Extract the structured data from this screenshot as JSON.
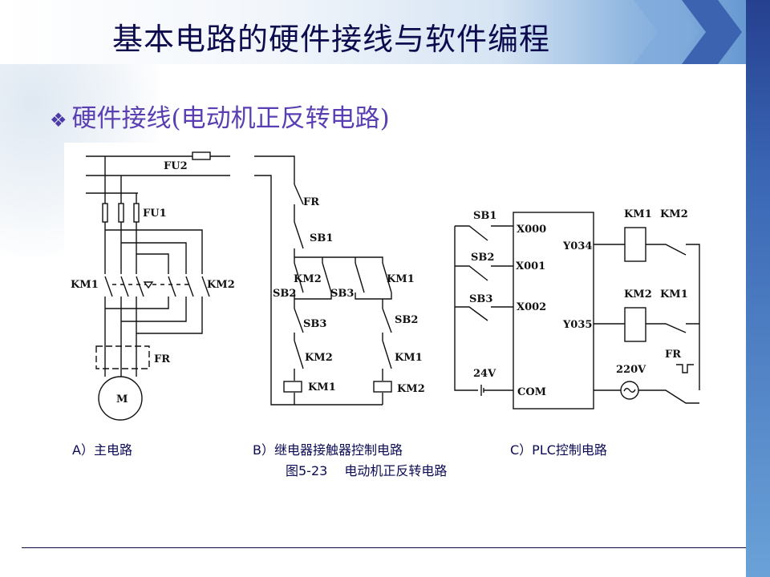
{
  "slide": {
    "title": "基本电路的硬件接线与软件编程",
    "subtitle": "硬件接线(电动机正反转电路)",
    "bullet": "❖"
  },
  "diagram_a": {
    "fu2": "FU2",
    "fu1": "FU1",
    "km1": "KM1",
    "km2": "KM2",
    "fr": "FR",
    "motor": "M"
  },
  "diagram_b": {
    "fr": "FR",
    "sb1": "SB1",
    "sb2": "SB2",
    "km2_contact": "KM2",
    "sb3": "SB3",
    "km1_contact": "KM1",
    "sb3_b": "SB3",
    "sb2_b": "SB2",
    "km2_b": "KM2",
    "km1_b": "KM1",
    "coil_km1": "KM1",
    "coil_km2": "KM2"
  },
  "diagram_c": {
    "sb1": "SB1",
    "sb2": "SB2",
    "sb3": "SB3",
    "x000": "X000",
    "x001": "X001",
    "x002": "X002",
    "com": "COM",
    "v24": "24V",
    "y034": "Y034",
    "y035": "Y035",
    "km1": "KM1",
    "km2": "KM2",
    "km2_b": "KM2",
    "km1_b": "KM1",
    "v220": "220V",
    "fr": "FR"
  },
  "captions": {
    "a": "A）主电路",
    "b": "B）继电器接触器控制电路",
    "c": "C）PLC控制电路",
    "figure": "图5-23　 电动机正反转电路"
  },
  "colors": {
    "title": "#0b0b4e",
    "subtitle": "#5a3fb2",
    "bar": "#3a66b4"
  }
}
